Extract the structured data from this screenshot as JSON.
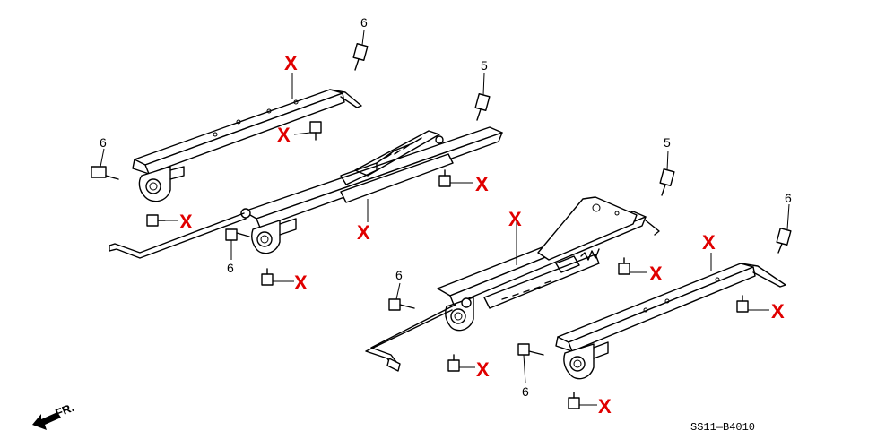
{
  "callouts": {
    "num_5": "5",
    "num_6": "6",
    "x_mark": "X"
  },
  "direction_label": "FR.",
  "diagram_code": "SS11—B4010",
  "colors": {
    "x_mark": "#e00000",
    "line": "#000000"
  }
}
